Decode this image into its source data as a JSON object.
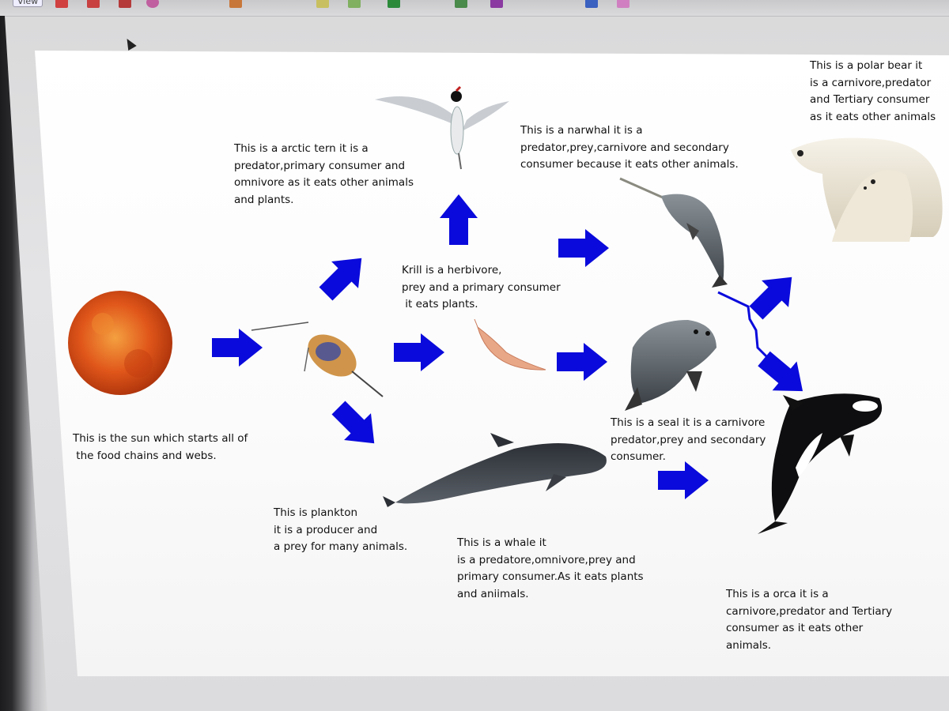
{
  "toolbar": {
    "view_label": "View"
  },
  "diagram": {
    "sun": "This is the sun which starts all of\n the food chains and webs.",
    "plankton": "This is plankton\nit is a producer and\na prey for many animals.",
    "tern": "This is a arctic tern it is a\npredator,primary consumer and\nomnivore as it eats other animals\nand plants.",
    "krill": "Krill is a herbivore,\nprey and a primary consumer\n it eats plants.",
    "narwhal": "This is a narwhal it is a\npredator,prey,carnivore and secondary\nconsumer because it eats other animals.",
    "polar_bear": "This is a polar bear it\nis a carnivore,predator\nand Tertiary consumer\nas it eats other animals",
    "seal": "This is a seal it is a carnivore\npredator,prey and secondary\nconsumer.",
    "whale": "This is a whale it\nis a predatore,omnivore,prey and\nprimary consumer.As it eats plants\nand aniimals.",
    "orca": "This is a orca it is a\ncarnivore,predator and Tertiary\nconsumer as it eats other\nanimals."
  },
  "colors": {
    "arrow": "#0a0adc",
    "sun": "#e0561a"
  }
}
